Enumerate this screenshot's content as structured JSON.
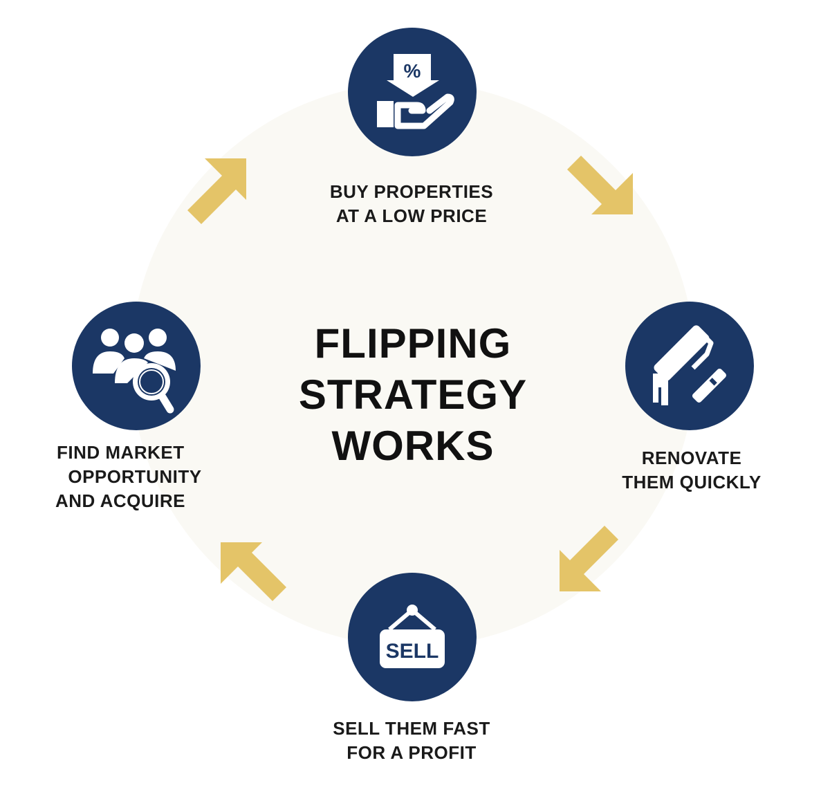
{
  "title": {
    "lines": [
      "FLIPPING",
      "STRATEGY",
      "WORKS"
    ]
  },
  "steps": [
    {
      "icon": "discount-hand-icon",
      "lines": [
        "BUY PROPERTIES",
        "AT A LOW PRICE"
      ]
    },
    {
      "icon": "paint-roller-icon",
      "lines": [
        "RENOVATE",
        "THEM QUICKLY"
      ]
    },
    {
      "icon": "sell-sign-icon",
      "lines": [
        "SELL THEM FAST",
        "FOR A PROFIT"
      ],
      "sign_text": "SELL"
    },
    {
      "icon": "people-search-icon",
      "lines": [
        "FIND MARKET",
        "OPPORTUNITY",
        "AND ACQUIRE"
      ]
    }
  ],
  "icon_glyphs": {
    "percent": "%"
  },
  "colors": {
    "navy": "#1b3765",
    "gold": "#e4c468",
    "background_circle": "#faf9f4",
    "text": "#1a1a1a"
  }
}
